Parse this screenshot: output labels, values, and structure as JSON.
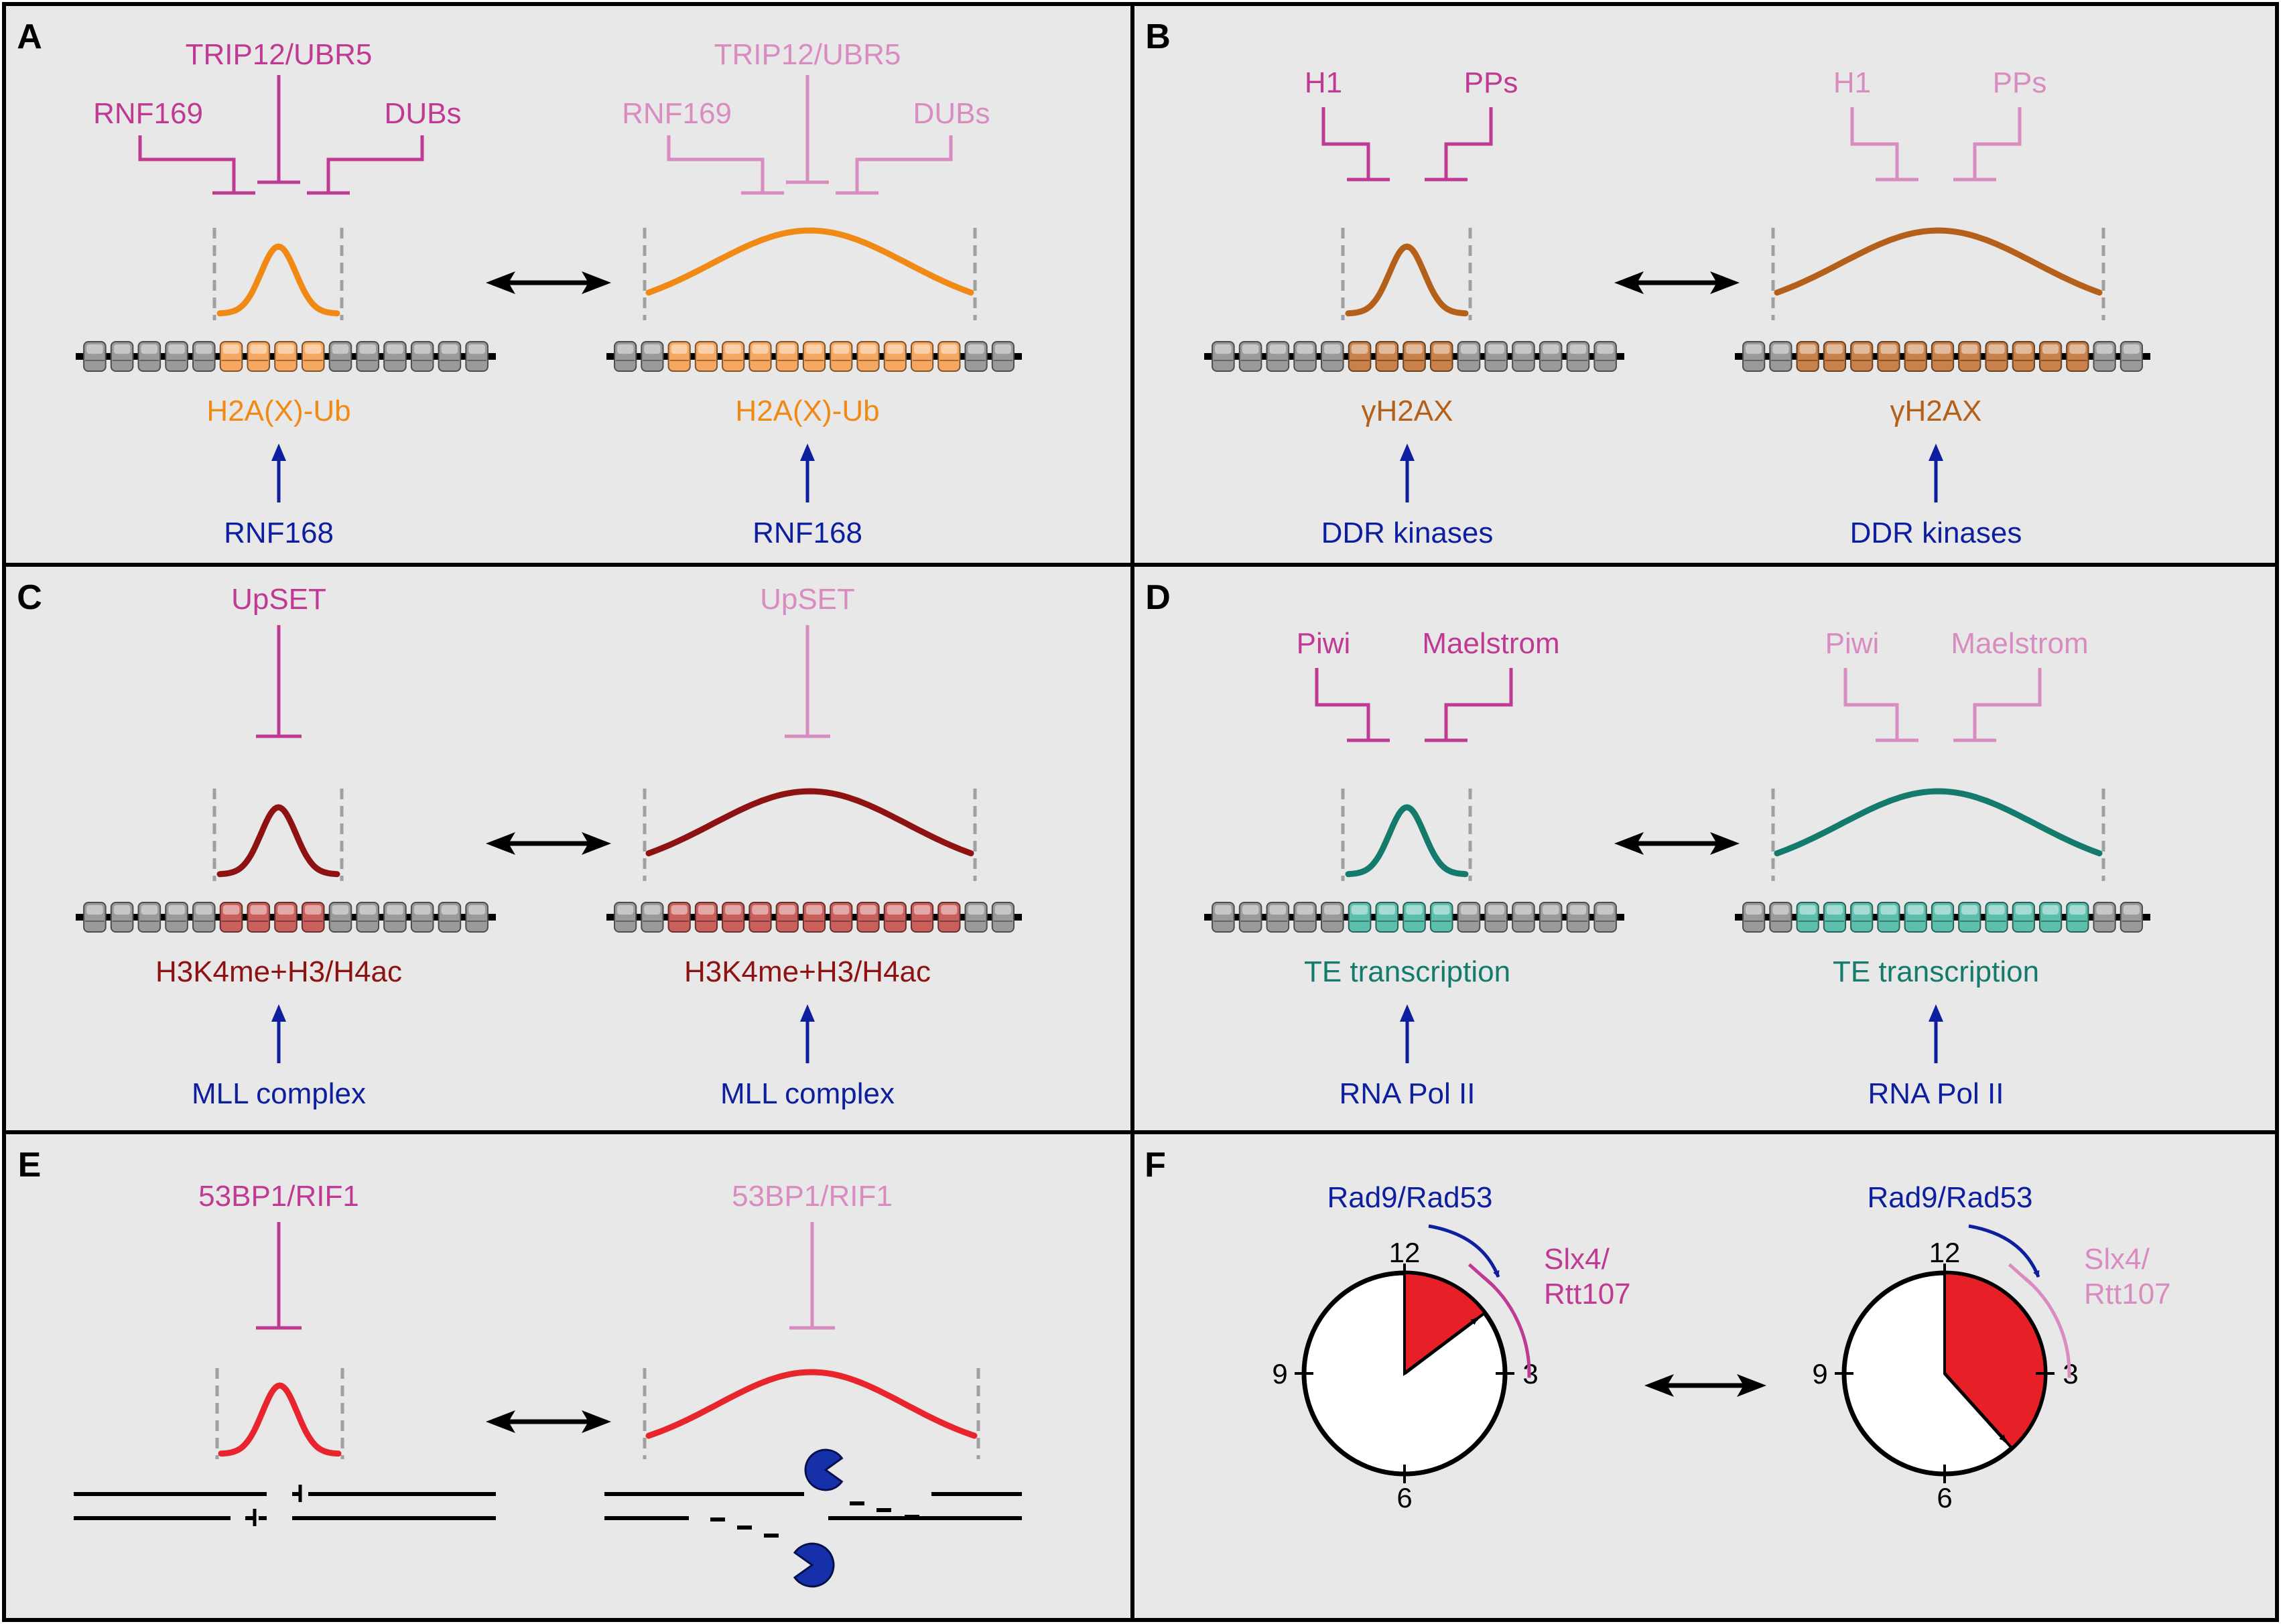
{
  "colors": {
    "inhib": "#c03a94",
    "inhib_light": "#d98cc0",
    "writer": "#0d1f9e",
    "nuc_gray": "#9a9a9a",
    "dash": "#a0a0a0",
    "panel_bg": "#e8e8e8"
  },
  "panels": [
    {
      "letter": "A",
      "kind": "chromatin",
      "inhib_layout": "three",
      "inhibitors": [
        "RNF169",
        "TRIP12/UBR5",
        "DUBs"
      ],
      "mark": "H2A(X)-Ub",
      "writer": "RNF168",
      "curve_color": "#f08a14",
      "nuc_color": "#f7a860",
      "mark_color": "#f08a14"
    },
    {
      "letter": "B",
      "kind": "chromatin",
      "inhib_layout": "two",
      "inhibitors": [
        "H1",
        "PPs"
      ],
      "mark": "γH2AX",
      "writer": "DDR kinases",
      "curve_color": "#b5601a",
      "nuc_color": "#c98149",
      "mark_color": "#b5601a"
    },
    {
      "letter": "C",
      "kind": "chromatin",
      "inhib_layout": "one",
      "inhibitors": [
        "UpSET"
      ],
      "mark": "H3K4me+H3/H4ac",
      "writer": "MLL complex",
      "curve_color": "#8e1212",
      "nuc_color": "#c9605c",
      "mark_color": "#8e1212"
    },
    {
      "letter": "D",
      "kind": "chromatin",
      "inhib_layout": "two",
      "inhibitors": [
        "Piwi",
        "Maelstrom"
      ],
      "mark": "TE transcription",
      "writer": "RNA Pol II",
      "curve_color": "#137a6c",
      "nuc_color": "#5cbfae",
      "mark_color": "#137a6c"
    },
    {
      "letter": "E",
      "kind": "resection",
      "inhibitors": [
        "53BP1/RIF1"
      ],
      "curve_color": "#e8252d"
    },
    {
      "letter": "F",
      "kind": "clock",
      "activator": "Rad9/Rad53",
      "inhibitor_lines": [
        "Slx4/",
        "Rtt107"
      ],
      "clock_labels": [
        "12",
        "3",
        "6",
        "9"
      ],
      "wedge_color": "#e62026",
      "activator_color": "#0d1f9e"
    }
  ]
}
